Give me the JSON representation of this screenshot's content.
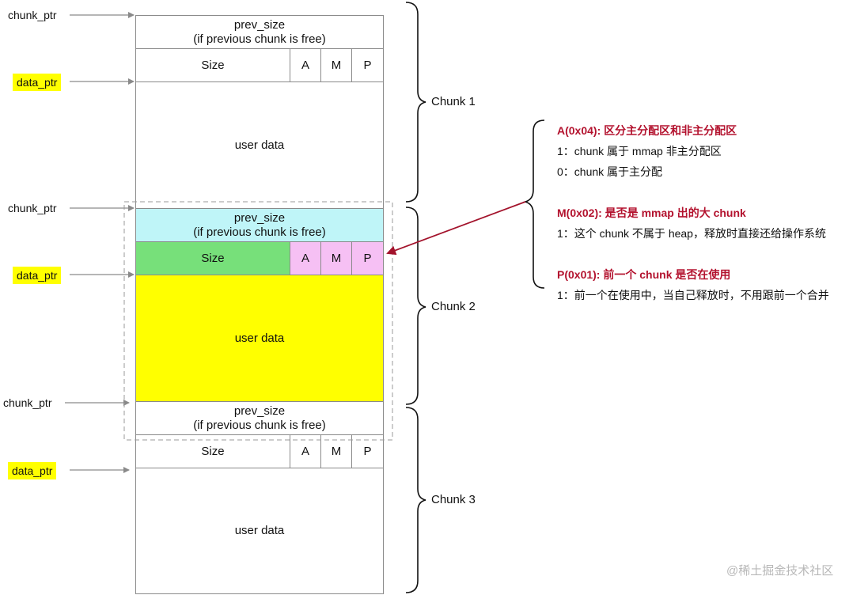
{
  "labels": {
    "chunk_ptr": "chunk_ptr",
    "data_ptr": "data_ptr",
    "prev_size": "prev_size",
    "prev_size_note": "(if previous chunk is free)",
    "size": "Size",
    "flag_a": "A",
    "flag_m": "M",
    "flag_p": "P",
    "user_data": "user data"
  },
  "chunks": [
    "Chunk 1",
    "Chunk 2",
    "Chunk 3"
  ],
  "notes": {
    "a_title": "A(0x04): 区分主分配区和非主分配区",
    "a_line1": "1：chunk 属于 mmap 非主分配区",
    "a_line2": "0：chunk 属于主分配",
    "m_title": "M(0x02): 是否是 mmap 出的大 chunk",
    "m_line1": "1：这个 chunk 不属于 heap，释放时直接还给操作系统",
    "p_title": "P(0x01): 前一个 chunk 是否在使用",
    "p_line1": "1：前一个在使用中，当自己释放时，不用跟前一个合并"
  },
  "watermark": "@稀土掘金技术社区",
  "colors": {
    "highlight": "#ffff00",
    "prev_size_chunk2": "#bff5f8",
    "size_chunk2": "#77e07a",
    "flags_chunk2": "#f6c0f4",
    "user_data_chunk2": "#ffff00",
    "note_title": "#b3122e",
    "arrow": "#a3132c"
  }
}
